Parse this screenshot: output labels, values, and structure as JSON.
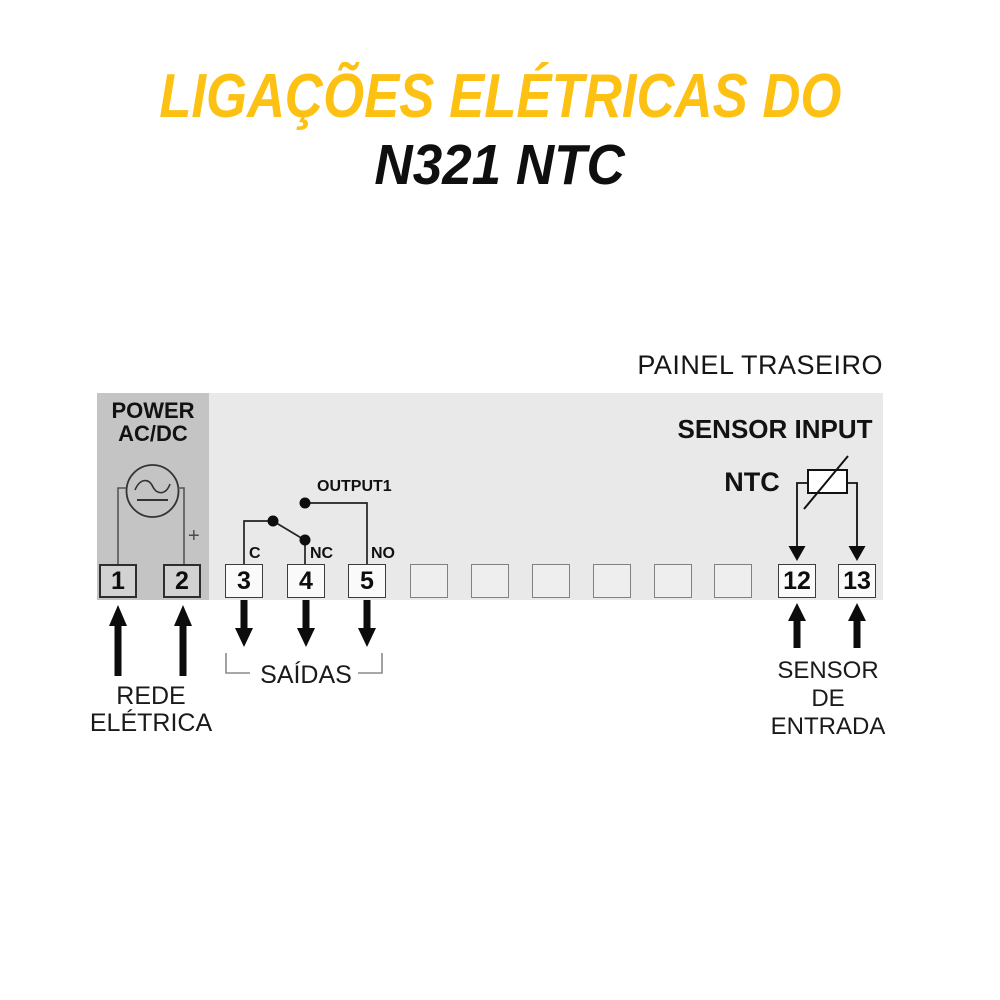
{
  "colors": {
    "accent_yellow": "#FDC113",
    "panel_gray": "#E9E9E9",
    "power_box_gray": "#C4C4C4",
    "wire_black": "#1A1A1A"
  },
  "title": {
    "line1": "LIGAÇÕES ELÉTRICAS DO",
    "line2": "N321 NTC"
  },
  "panel": {
    "label": "PAINEL TRASEIRO",
    "power": {
      "line1": "POWER",
      "line2": "AC/DC",
      "plus": "+"
    },
    "relay": {
      "output": "OUTPUT1",
      "c": "C",
      "nc": "NC",
      "no": "NO"
    },
    "sensor": {
      "input": "SENSOR INPUT",
      "type": "NTC"
    },
    "terminals": [
      "1",
      "2",
      "3",
      "4",
      "5",
      "",
      "",
      "",
      "",
      "",
      "",
      "12",
      "13"
    ]
  },
  "annotations": {
    "mains_line1": "REDE",
    "mains_line2": "ELÉTRICA",
    "outputs": "SAÍDAS",
    "sensor_line1": "SENSOR",
    "sensor_line2": "DE",
    "sensor_line3": "ENTRADA"
  }
}
